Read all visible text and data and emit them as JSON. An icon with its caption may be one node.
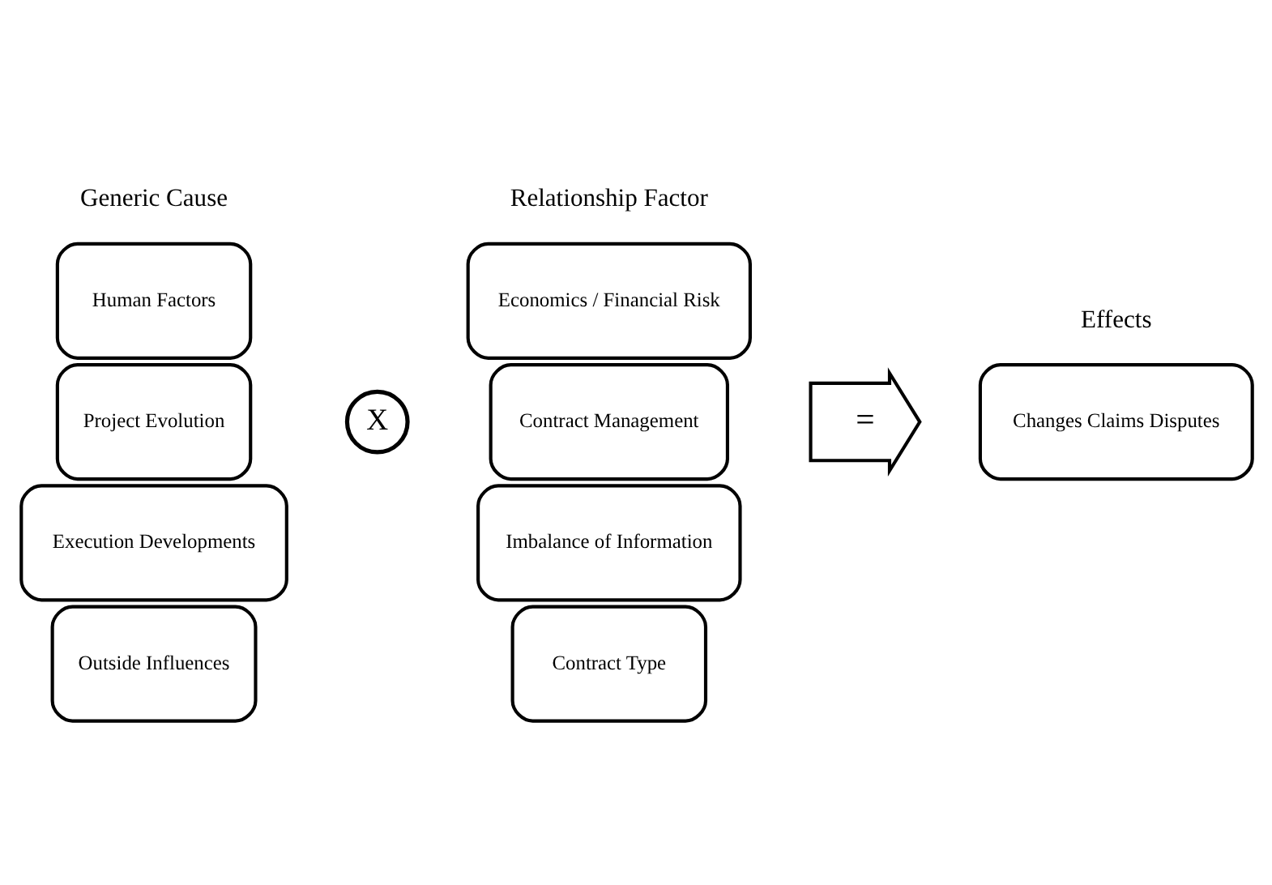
{
  "diagram": {
    "nodes": [
      {
        "text": [
          "Human Factors"
        ]
      },
      {
        "text": [
          "Project Evolution"
        ]
      },
      {
        "text": [
          "Execution Developments"
        ]
      },
      {
        "text": [
          "Outside Influences"
        ]
      },
      {
        "text": [
          "Economics / Financial Risk"
        ]
      },
      {
        "text": [
          "Contract Management"
        ]
      },
      {
        "text": [
          "Imbalance of Information"
        ]
      },
      {
        "text": [
          "Contract Type"
        ]
      },
      {
        "text": [
          "X"
        ]
      },
      {
        "text": [
          "="
        ]
      },
      {
        "text": [
          "Changes Claims Disputes"
        ]
      }
    ],
    "edges": [],
    "labels": [
      "Generic Cause",
      "Relationship Factor",
      "Effects"
    ]
  }
}
